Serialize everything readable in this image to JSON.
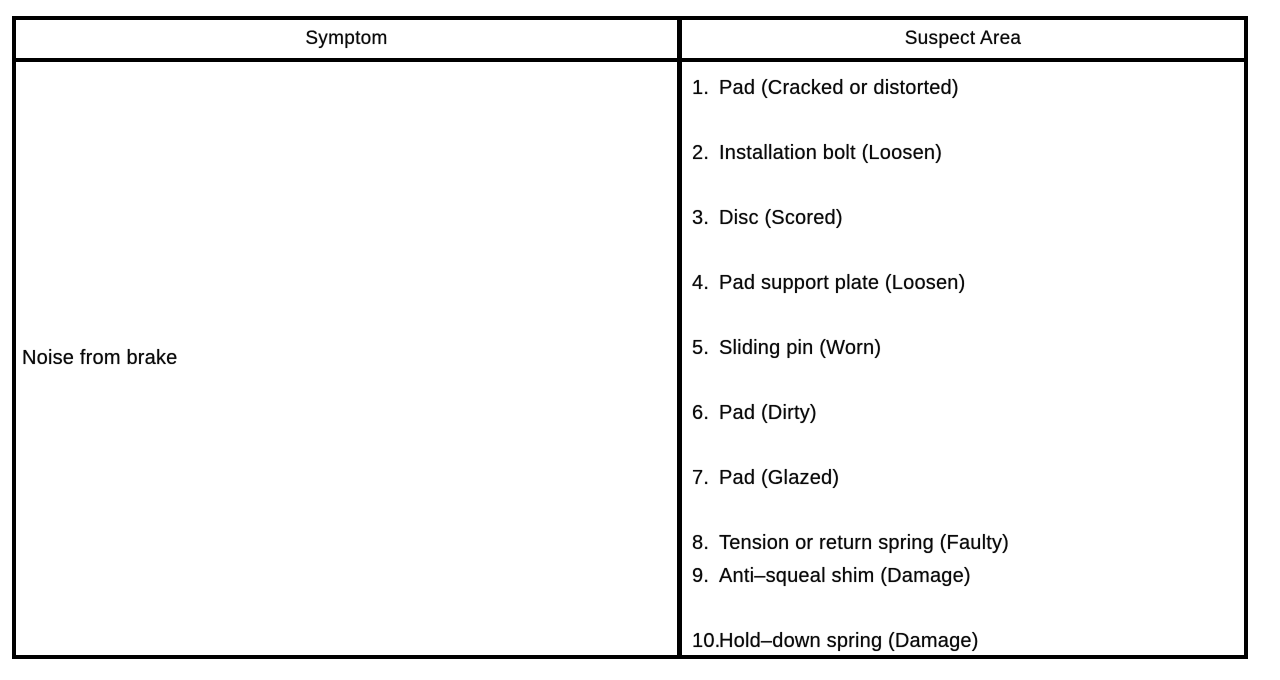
{
  "table": {
    "headers": {
      "symptom": "Symptom",
      "suspect_area": "Suspect Area"
    },
    "row": {
      "symptom": "Noise from brake",
      "suspects": [
        {
          "num": "1.",
          "label": "Pad (Cracked or distorted)"
        },
        {
          "num": "2.",
          "label": "Installation bolt (Loosen)"
        },
        {
          "num": "3.",
          "label": "Disc (Scored)"
        },
        {
          "num": "4.",
          "label": "Pad support plate (Loosen)"
        },
        {
          "num": "5.",
          "label": "Sliding pin (Worn)"
        },
        {
          "num": "6.",
          "label": "Pad (Dirty)"
        },
        {
          "num": "7.",
          "label": "Pad (Glazed)"
        },
        {
          "num": "8.",
          "label": "Tension or return spring (Faulty)"
        },
        {
          "num": "9.",
          "label": "Anti–squeal shim (Damage)"
        },
        {
          "num": "10.",
          "label": "Hold–down spring (Damage)"
        }
      ]
    },
    "colors": {
      "border": "#000000",
      "background": "#ffffff",
      "text": "#0a0a0a"
    }
  }
}
